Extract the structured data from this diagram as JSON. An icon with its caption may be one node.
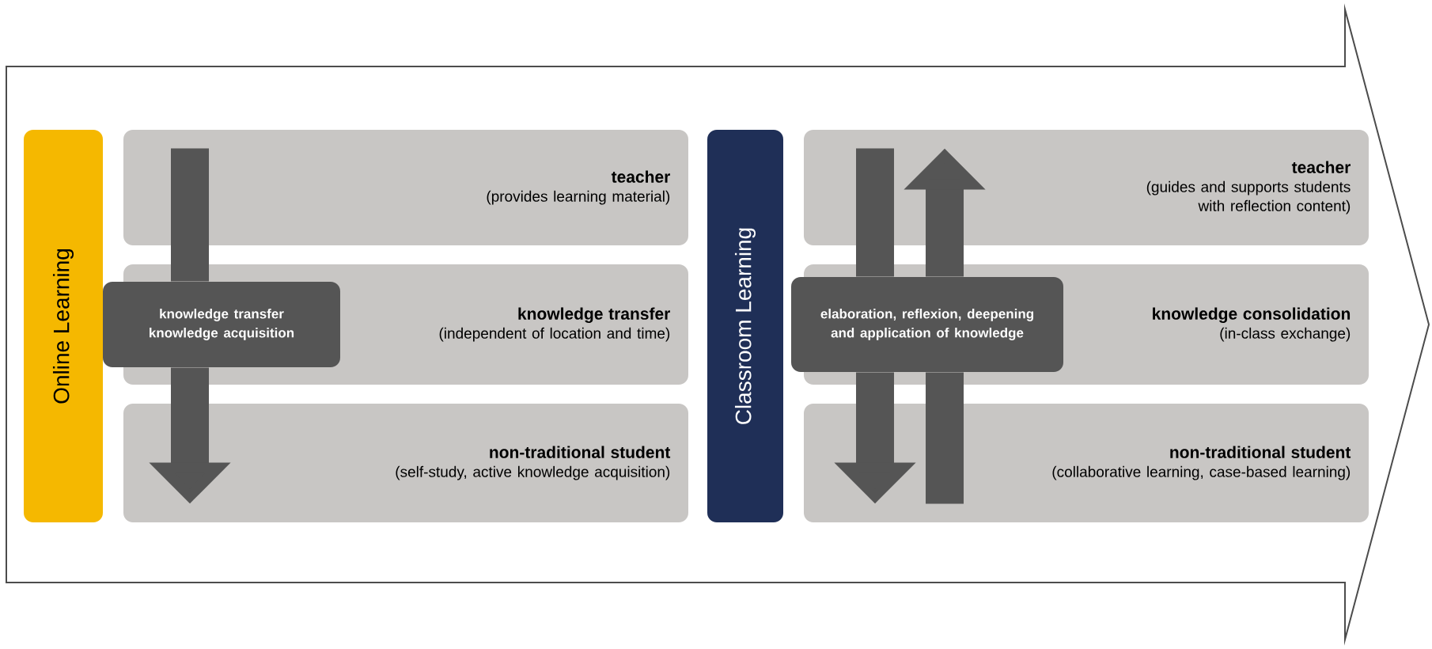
{
  "diagram": {
    "nodes": [
      {
        "text": [],
        "shape": "arrow"
      },
      {
        "text": [
          "Online Learning"
        ],
        "in": 0
      },
      {
        "text": [
          "teacher",
          "(provides learning material)"
        ],
        "in": 0
      },
      {
        "text": [
          "knowledge transfer",
          "(independent of location and time)"
        ],
        "in": 0
      },
      {
        "text": [
          "non-traditional student",
          "(self-study, active knowledge acquisition)"
        ],
        "in": 0
      },
      {
        "text": [
          "knowledge transfer knowledge acquisition"
        ],
        "in": 3
      },
      {
        "text": [
          "Classroom Learning"
        ],
        "in": 0
      },
      {
        "text": [
          "teacher",
          "(guides and supports students with reflection content)"
        ],
        "in": 0
      },
      {
        "text": [
          "knowledge consolidation",
          "(in-class exchange)"
        ],
        "in": 0
      },
      {
        "text": [
          "non-traditional student",
          "(collaborative learning, case-based learning)"
        ],
        "in": 0
      },
      {
        "text": [
          "elaboration, reflexion, deepening and application of knowledge"
        ],
        "in": 8
      }
    ],
    "edges": [
      {
        "from": 2,
        "to": 5,
        "arrow": "none"
      },
      {
        "from": 5,
        "to": 4,
        "arrow": "to"
      },
      {
        "from": 7,
        "to": 10,
        "arrow": "none"
      },
      {
        "from": 10,
        "to": 9,
        "arrow": "to"
      },
      {
        "from": 9,
        "to": 10,
        "arrow": "none"
      },
      {
        "from": 10,
        "to": 7,
        "arrow": "to"
      }
    ]
  }
}
